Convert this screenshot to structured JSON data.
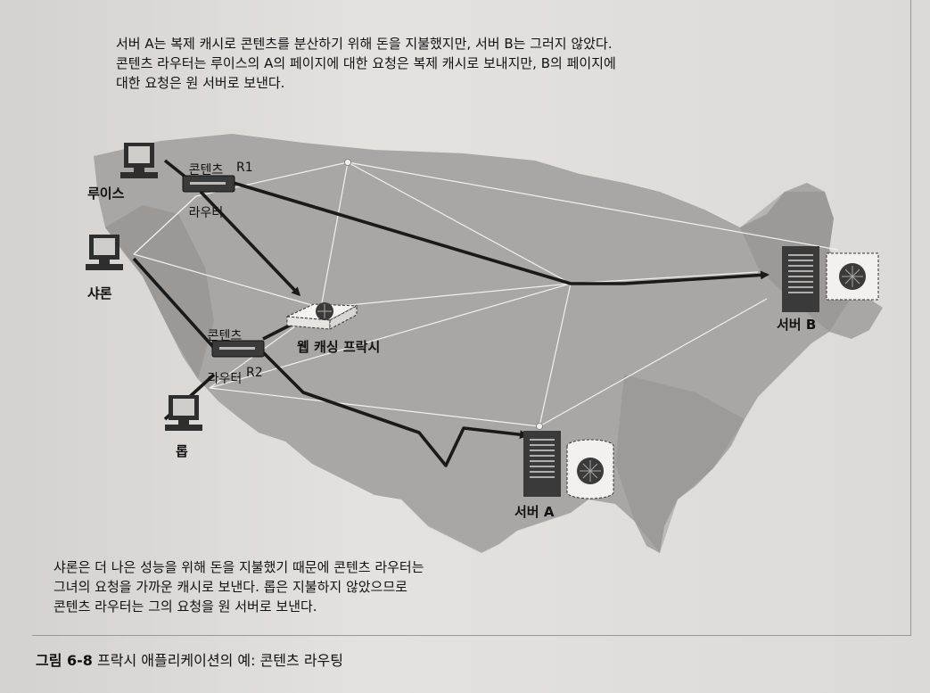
{
  "top_note": {
    "line1": "서버 A는 복제 캐시로 콘텐츠를 분산하기 위해 돈을 지불했지만, 서버 B는 그러지 않았다.",
    "line2": "콘텐츠 라우터는 루이스의 A의 페이지에 대한 요청은 복제 캐시로 보내지만, B의 페이지에",
    "line3": "대한 요청은 원 서버로 보낸다."
  },
  "bottom_note": {
    "line1": "샤론은 더 나은 성능을 위해 돈을 지불했기 때문에 콘텐츠 라우터는",
    "line2": "그녀의 요청을 가까운 캐시로 보낸다. 롭은 지불하지 않았으므로",
    "line3": "콘텐츠 라우터는 그의 요청을 원 서버로 보낸다."
  },
  "labels": {
    "louis": "루이스",
    "sharon": "샤론",
    "rob": "롭",
    "router1_line1": "콘텐츠",
    "router1_line2": "라우터",
    "router1_id": "R1",
    "router2_line1": "콘텐츠",
    "router2_line2": "라우터",
    "router2_id": "R2",
    "proxy": "웹 캐싱 프락시",
    "server_a": "서버 A",
    "server_b": "서버 B"
  },
  "caption": {
    "number": "그림 6-8",
    "text": " 프락시 애플리케이션의 예: 콘텐츠 라우팅"
  },
  "colors": {
    "map": "#a9a7a5",
    "map_dark": "#8f8d8b",
    "arrow": "#1a1a1a",
    "device": "#3a3a3a"
  },
  "icons": [
    "computer-icon",
    "router-icon",
    "server-icon",
    "cache-icon",
    "proxy-icon"
  ]
}
